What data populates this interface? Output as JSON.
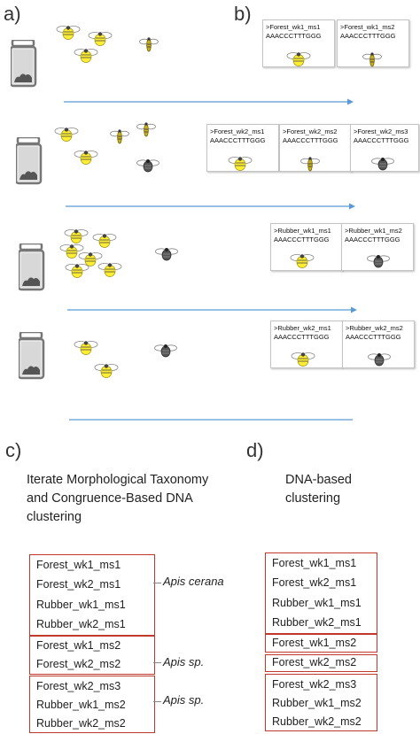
{
  "panels": {
    "a": "a)",
    "b": "b)",
    "c": "c)",
    "d": "d)"
  },
  "rows": [
    {
      "cards": [
        {
          "id": ">Forest_wk1_ms1",
          "seq": "AAACCCTTTGGG",
          "bee": "yellow"
        },
        {
          "id": ">Forest_wk1_ms2",
          "seq": "AAACCCTTTGGG",
          "bee": "slim"
        }
      ]
    },
    {
      "cards": [
        {
          "id": ">Forest_wk2_ms1",
          "seq": "AAACCCTTTGGG",
          "bee": "yellow"
        },
        {
          "id": ">Forest_wk2_ms2",
          "seq": "AAACCCTTTGGG",
          "bee": "slim"
        },
        {
          "id": ">Forest_wk2_ms3",
          "seq": "AAACCCTTTGGG",
          "bee": "dark"
        }
      ]
    },
    {
      "cards": [
        {
          "id": ">Rubber_wk1_ms1",
          "seq": "AAACCCTTTGGG",
          "bee": "yellow"
        },
        {
          "id": ">Rubber_wk1_ms2",
          "seq": "AAACCCTTTGGG",
          "bee": "dark"
        }
      ]
    },
    {
      "cards": [
        {
          "id": ">Rubber_wk2_ms1",
          "seq": "AAACCCTTTGGG",
          "bee": "yellow"
        },
        {
          "id": ">Rubber_wk2_ms2",
          "seq": "AAACCCTTTGGG",
          "bee": "dark"
        }
      ]
    }
  ],
  "panel_c": {
    "heading_line1": "Iterate Morphological Taxonomy",
    "heading_line2": "and Congruence-Based DNA",
    "heading_line3": "clustering",
    "groups": [
      {
        "members": [
          "Forest_wk1_ms1",
          "Forest_wk2_ms1",
          "Rubber_wk1_ms1",
          "Rubber_wk2_ms1"
        ],
        "species": "Apis cerana"
      },
      {
        "members": [
          "Forest_wk1_ms2",
          "Forest_wk2_ms2"
        ],
        "species": "Apis sp."
      },
      {
        "members": [
          "Forest_wk2_ms3",
          "Rubber_wk1_ms2",
          "Rubber_wk2_ms2"
        ],
        "species": "Apis sp."
      }
    ]
  },
  "panel_d": {
    "heading_line1": "DNA-based",
    "heading_line2": "clustering",
    "groups": [
      {
        "members": [
          "Forest_wk1_ms1",
          "Forest_wk2_ms1",
          "Rubber_wk1_ms1",
          "Rubber_wk2_ms1"
        ]
      },
      {
        "members": [
          "Forest_wk1_ms2"
        ]
      },
      {
        "members": [
          "Forest_wk2_ms2"
        ]
      },
      {
        "members": [
          "Forest_wk2_ms3",
          "Rubber_wk1_ms2",
          "Rubber_wk2_ms2"
        ]
      }
    ]
  },
  "colors": {
    "arrow": "#5b9bd5",
    "group_border": "#c0392b",
    "bee_yellow": "#ffee33",
    "bee_slim": "#c8b020",
    "bee_dark": "#555555",
    "jar": "#777777"
  }
}
